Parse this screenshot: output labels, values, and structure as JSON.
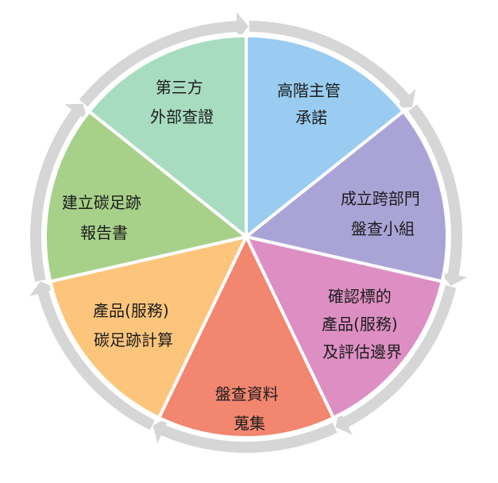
{
  "diagram": {
    "type": "cycle",
    "arrow_color": "#d6d6d6",
    "segments": [
      {
        "id": "management",
        "lines": [
          "高階主管",
          "承諾"
        ],
        "color": "#99ccf0"
      },
      {
        "id": "team",
        "lines": [
          "成立跨部門",
          "盤查小組"
        ],
        "color": "#aaa4d6"
      },
      {
        "id": "boundary",
        "lines": [
          "確認標的",
          "產品(服務)",
          "及評估邊界"
        ],
        "color": "#dd8fc3"
      },
      {
        "id": "collection",
        "lines": [
          "盤查資料",
          "蒐集"
        ],
        "color": "#f2866f"
      },
      {
        "id": "calculation",
        "lines": [
          "產品(服務)",
          "碳足跡計算"
        ],
        "color": "#fdc57c"
      },
      {
        "id": "report",
        "lines": [
          "建立碳足跡",
          "報告書"
        ],
        "color": "#a7d189"
      },
      {
        "id": "verification",
        "lines": [
          "第三方",
          "外部查證"
        ],
        "color": "#a8dcc1"
      }
    ]
  }
}
